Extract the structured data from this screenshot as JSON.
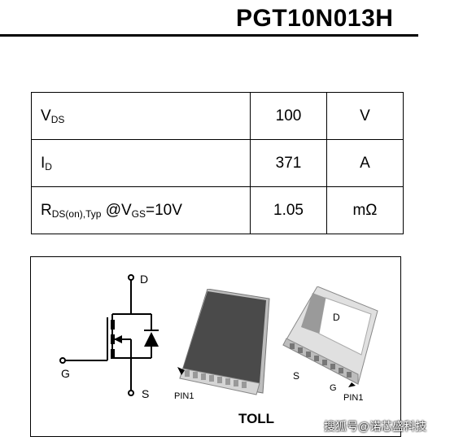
{
  "part_number": "PGT10N013H",
  "specs": {
    "rows": [
      {
        "symbol": "V",
        "sub": "DS",
        "suffix": "",
        "value": "100",
        "unit": "V"
      },
      {
        "symbol": "I",
        "sub": "D",
        "suffix": "",
        "value": "371",
        "unit": "A"
      },
      {
        "symbol": "R",
        "sub": "DS(on),Typ",
        "suffix": " @V",
        "sub2": "GS",
        "suffix2": "=10V",
        "value": "1.05",
        "unit": "mΩ"
      }
    ]
  },
  "schematic": {
    "drain": "D",
    "gate": "G",
    "source": "S"
  },
  "package_front": {
    "pin1": "PIN1"
  },
  "package_back": {
    "drain": "D",
    "source": "S",
    "gate": "G",
    "pin1": "PIN1"
  },
  "package_name": "TOLL",
  "watermark": "搜狐号@诺芯盛科技"
}
